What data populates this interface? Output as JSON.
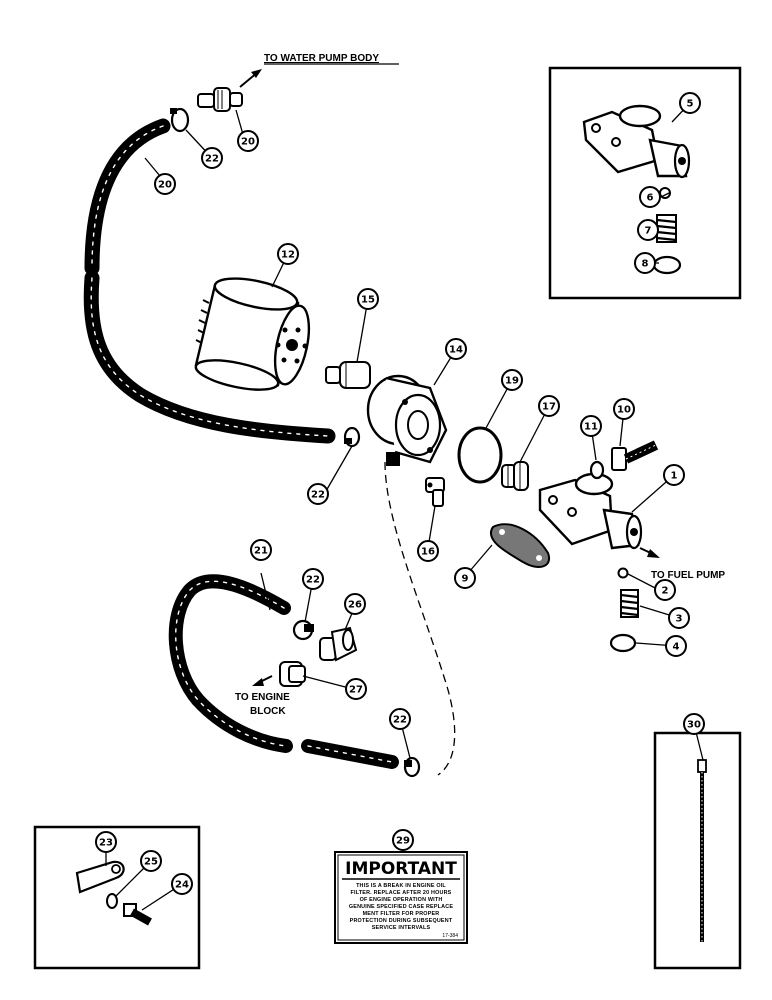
{
  "labels": {
    "water_pump": "TO WATER PUMP BODY",
    "fuel_pump": "TO FUEL PUMP",
    "engine_block_1": "TO ENGINE",
    "engine_block_2": "BLOCK"
  },
  "decal": {
    "title": "IMPORTANT",
    "lines": [
      "THIS IS A BREAK IN ENGINE OIL",
      "FILTER. REPLACE AFTER 20 HOURS",
      "OF ENGINE OPERATION WITH",
      "GENUINE SPECIFIED CASE REPLACE",
      "MENT FILTER FOR PROPER",
      "PROTECTION DURING SUBSEQUENT",
      "SERVICE INTERVALS"
    ],
    "code": "17-384"
  },
  "callouts": {
    "c1": "1",
    "c2": "2",
    "c3": "3",
    "c4": "4",
    "c5": "5",
    "c6": "6",
    "c7": "7",
    "c8": "8",
    "c9": "9",
    "c10": "10",
    "c11": "11",
    "c12": "12",
    "c14": "14",
    "c15": "15",
    "c16": "16",
    "c17": "17",
    "c19": "19",
    "c20a": "20",
    "c20b": "20",
    "c21": "21",
    "c22a": "22",
    "c22b": "22",
    "c22c": "22",
    "c22d": "22",
    "c23": "23",
    "c24": "24",
    "c25": "25",
    "c26": "26",
    "c27": "27",
    "c29": "29",
    "c30": "30"
  }
}
